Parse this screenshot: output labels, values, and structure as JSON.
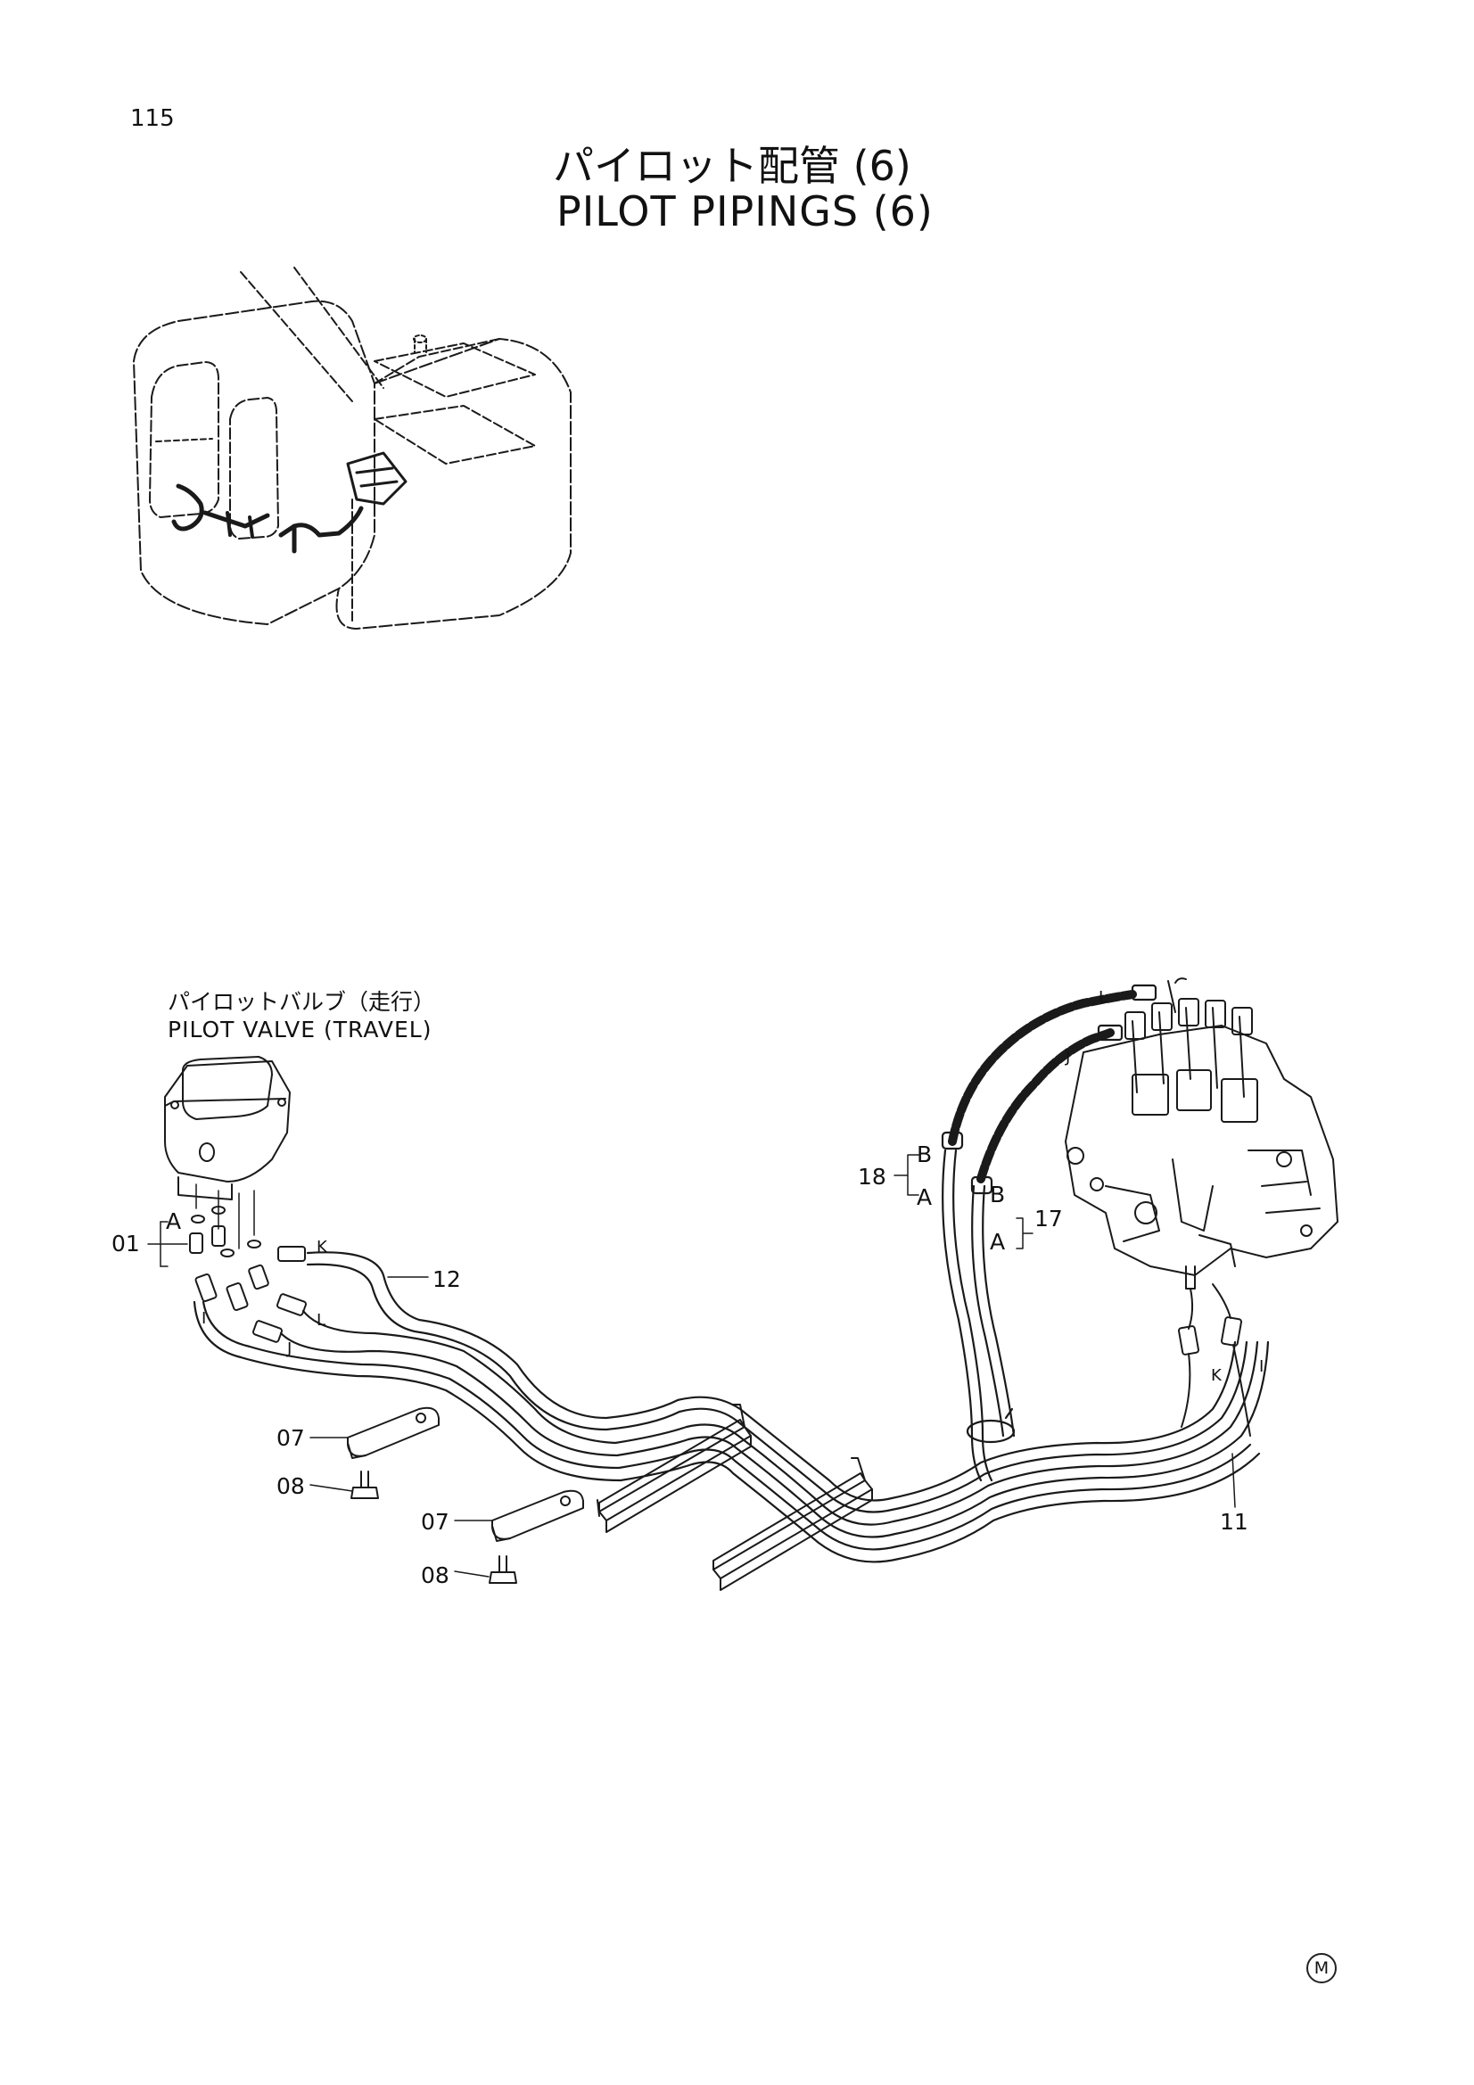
{
  "header": {
    "page_number": "115",
    "title_jp": "パイロット配管 (6)",
    "title_en": "PILOT PIPINGS (6)"
  },
  "pilot_valve_label": {
    "jp": "パイロットバルブ（走行）",
    "en": "PILOT VALVE (TRAVEL)"
  },
  "callouts": {
    "part_01": "01",
    "part_07a": "07",
    "part_07b": "07",
    "part_08a": "08",
    "part_08b": "08",
    "part_11": "11",
    "part_12": "12",
    "part_17": "17",
    "part_18": "18",
    "sub_a_01": "A",
    "sub_a_17": "A",
    "sub_a_18": "A",
    "sub_b_17": "B",
    "sub_b_18": "B"
  },
  "port_letters": {
    "valve_k": "K",
    "valve_l": "L",
    "valve_j": "J",
    "valve_i": "I",
    "cv_l": "L",
    "cv_j": "J",
    "cv_k": "K",
    "cv_i": "I"
  },
  "footer_mark": "M",
  "icons": {
    "excavator": "excavator-cab-icon",
    "pilot_valve": "pilot-valve-icon",
    "control_valve": "control-valve-icon",
    "bracket": "bracket-icon",
    "bolt": "bolt-icon"
  }
}
